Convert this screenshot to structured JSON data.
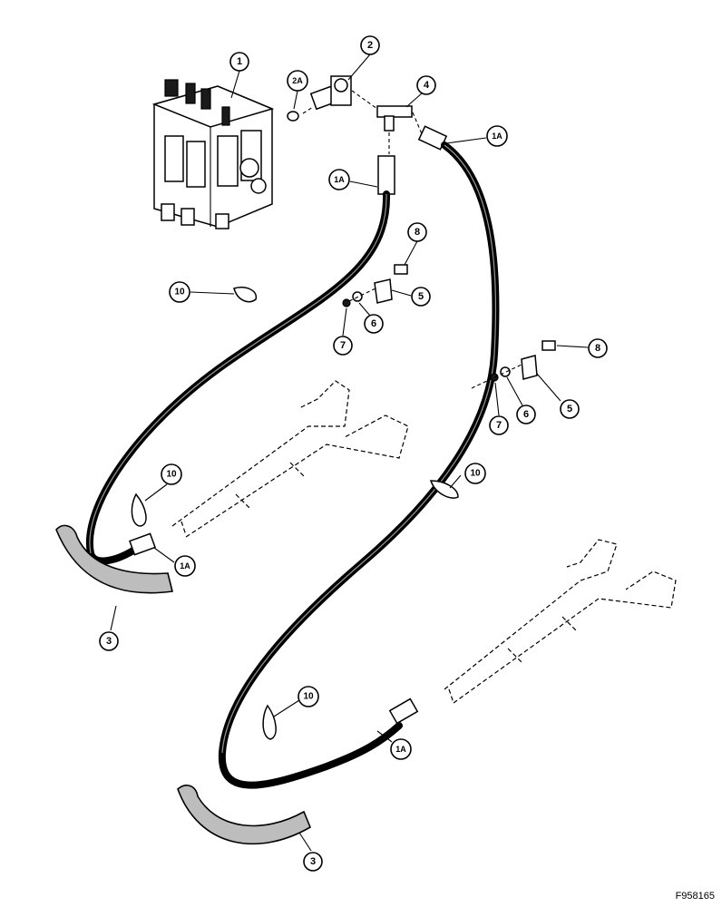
{
  "callouts": [
    {
      "label": "1"
    },
    {
      "label": "2"
    },
    {
      "label": "2A"
    },
    {
      "label": "4"
    },
    {
      "label": "1A"
    },
    {
      "label": "1A"
    },
    {
      "label": "8"
    },
    {
      "label": "10"
    },
    {
      "label": "5"
    },
    {
      "label": "6"
    },
    {
      "label": "7"
    },
    {
      "label": "8"
    },
    {
      "label": "5"
    },
    {
      "label": "6"
    },
    {
      "label": "7"
    },
    {
      "label": "10"
    },
    {
      "label": "10"
    },
    {
      "label": "1A"
    },
    {
      "label": "3"
    },
    {
      "label": "10"
    },
    {
      "label": "1A"
    },
    {
      "label": "3"
    }
  ],
  "figure_id": "F958165",
  "colors": {
    "ink": "#000000",
    "paper": "#ffffff",
    "sleeve": "#bdbdbd"
  }
}
